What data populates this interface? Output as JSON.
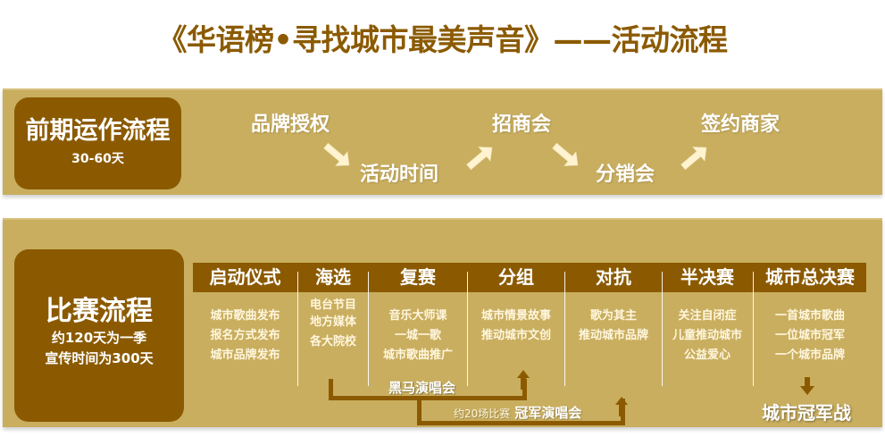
{
  "title": "《华语榜•寻找城市最美声音》——活动流程",
  "colors": {
    "brand_dark": "#8B5A00",
    "panel_bg": "#C9AE5F",
    "arrow_fill": "#FFF3D0",
    "text_light": "#FFFFFF"
  },
  "pre_phase": {
    "title": "前期运作流程",
    "duration": "30-60天",
    "steps": [
      {
        "label": "品牌授权",
        "arrow_after": "down-right"
      },
      {
        "label": "活动时间",
        "arrow_after": "up-right"
      },
      {
        "label": "招商会",
        "arrow_after": "down-right"
      },
      {
        "label": "分销会",
        "arrow_after": "up-right"
      },
      {
        "label": "签约商家"
      }
    ]
  },
  "competition": {
    "title": "比赛流程",
    "line1": "约120天为一季",
    "line2": "宣传时间为300天",
    "stages": [
      {
        "header": "启动仪式",
        "items": [
          "城市歌曲发布",
          "报名方式发布",
          "城市品牌发布"
        ]
      },
      {
        "header": "海选",
        "items": [
          "电台节目",
          "地方媒体",
          "各大院校"
        ]
      },
      {
        "header": "复赛",
        "items": [
          "音乐大师课",
          "一城一歌",
          "城市歌曲推广"
        ]
      },
      {
        "header": "分组",
        "items": [
          "城市情景故事",
          "推动城市文创"
        ]
      },
      {
        "header": "对抗",
        "items": [
          "歌为其主",
          "推动城市品牌"
        ]
      },
      {
        "header": "半决赛",
        "items": [
          "关注自闭症",
          "儿童推动城市",
          "公益爱心"
        ]
      },
      {
        "header": "城市总决赛",
        "items": [
          "一首城市歌曲",
          "一位城市冠军",
          "一个城市品牌"
        ]
      }
    ],
    "concert1": "黑马演唱会",
    "concert2_prefix": "约20场比赛",
    "concert2": "冠军演唱会",
    "final": "城市冠军战"
  }
}
